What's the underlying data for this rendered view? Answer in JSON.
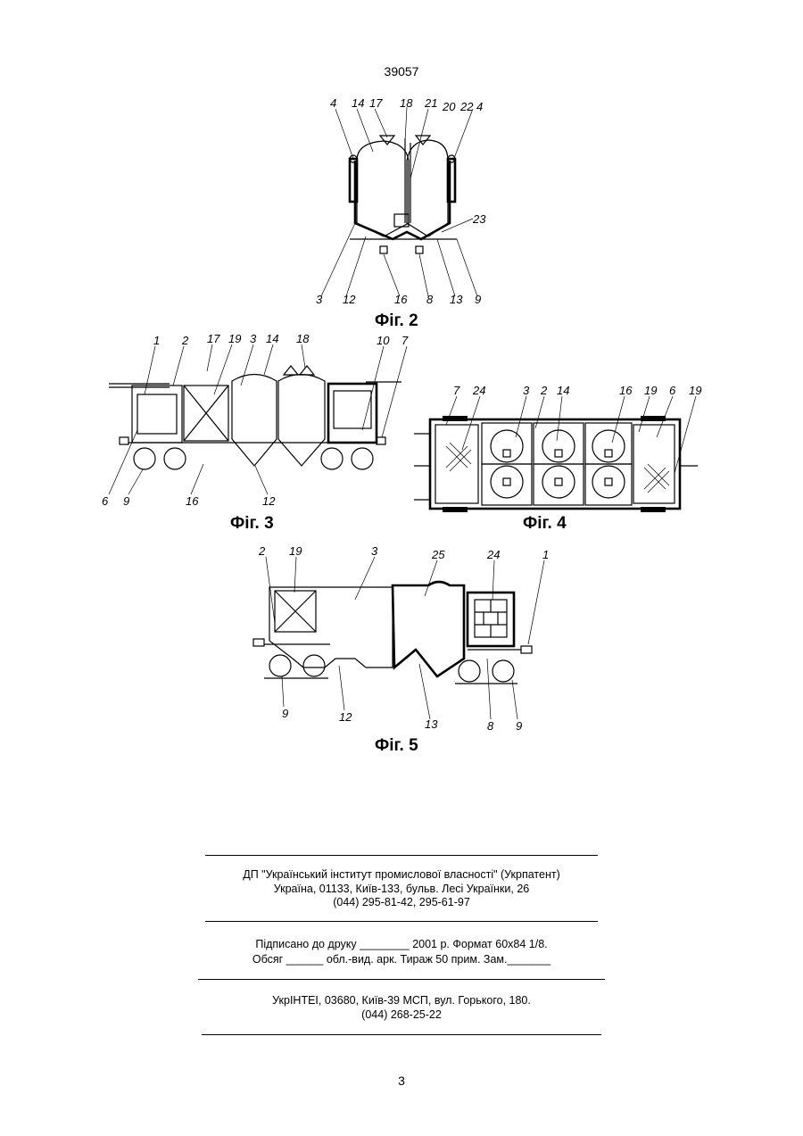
{
  "header": {
    "doc_number": "39057"
  },
  "figures": {
    "fig2": {
      "caption": "Фіг. 2",
      "labels_top": [
        "4",
        "14",
        "17",
        "18",
        "21",
        "20",
        "22",
        "4"
      ],
      "labels_right": [
        "23"
      ],
      "labels_bottom": [
        "3",
        "12",
        "16",
        "8",
        "13",
        "9"
      ]
    },
    "fig3": {
      "caption": "Фіг. 3",
      "labels_top": [
        "1",
        "2",
        "17",
        "19",
        "3",
        "14",
        "18",
        "10",
        "7"
      ],
      "labels_bottom": [
        "6",
        "9",
        "16",
        "12"
      ]
    },
    "fig4": {
      "caption": "Фіг. 4",
      "labels_top": [
        "7",
        "24",
        "3",
        "2",
        "14",
        "16",
        "19",
        "6",
        "19"
      ]
    },
    "fig5": {
      "caption": "Фіг. 5",
      "labels_top": [
        "2",
        "19",
        "3",
        "25",
        "24",
        "1"
      ],
      "labels_bottom": [
        "9",
        "12",
        "13",
        "8",
        "9"
      ]
    }
  },
  "footer": {
    "publisher_line1": "ДП \"Український інститут промислової власності\" (Укрпатент)",
    "publisher_line2": "Україна, 01133, Київ-133, бульв. Лесі Українки, 26",
    "publisher_line3": "(044) 295-81-42, 295-61-97",
    "print_line1": "Підписано до друку ________ 2001 р.    Формат 60х84 1/8.",
    "print_line2": "Обсяг ______ обл.-вид. арк.   Тираж 50 прим.    Зам._______",
    "printer_line1": "УкрІНТЕІ, 03680, Київ-39 МСП, вул. Горького, 180.",
    "printer_line2": "(044) 268-25-22"
  },
  "page_number": "3"
}
